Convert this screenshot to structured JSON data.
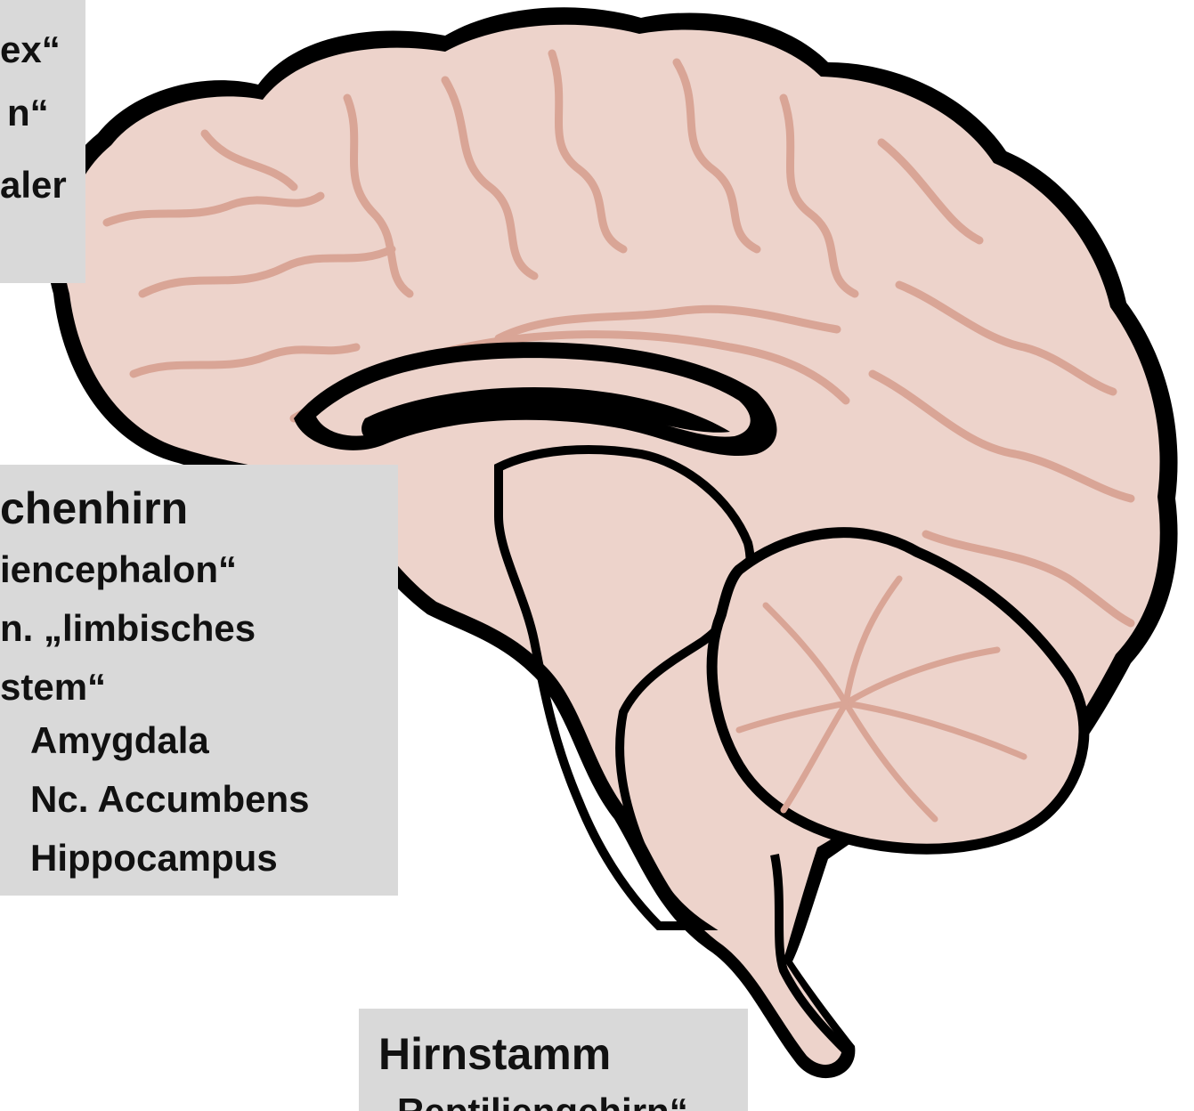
{
  "cortex_box": {
    "lines": [
      "ex“",
      "n“",
      "aler"
    ]
  },
  "midbrain_box": {
    "title": "chenhirn",
    "lines": [
      "iencephalon“",
      "n. „limbisches",
      "stem“"
    ],
    "items": [
      "Amygdala",
      "Nc. Accumbens",
      "Hippocampus"
    ]
  },
  "brainstem_box": {
    "title": "Hirnstamm",
    "subtitle": "„Reptiliengehirn“"
  },
  "colors": {
    "brain_fill": "#edd3cb",
    "gyrus_line": "#d9a596",
    "outline": "#000000",
    "label_bg": "#d9d9d9"
  }
}
